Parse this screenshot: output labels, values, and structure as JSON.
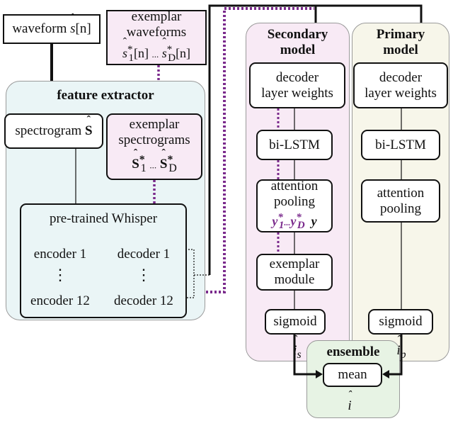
{
  "waveform": {
    "label": "waveform",
    "var": "s",
    "idx": "[n]"
  },
  "exemplar_waveforms": {
    "line1": "exemplar",
    "line2": "waveforms",
    "first": "s",
    "last": "s",
    "sub1": "1",
    "subD": "D",
    "star": "*",
    "idx": "[n]",
    "dots": "..."
  },
  "feature_extractor": {
    "title": "feature extractor"
  },
  "spectrogram": {
    "label": "spectrogram",
    "var": "S"
  },
  "exemplar_spectrograms": {
    "line1": "exemplar",
    "line2": "spectrograms",
    "first": "S",
    "last": "S",
    "sub1": "1",
    "subD": "D",
    "star": "*",
    "dots": "..."
  },
  "whisper": {
    "title": "pre-trained Whisper",
    "encoder_first": "encoder 1",
    "encoder_last": "encoder 12",
    "decoder_first": "decoder 1",
    "decoder_last": "decoder 12",
    "vdots": "⋮"
  },
  "secondary": {
    "title_line1": "Secondary",
    "title_line2": "model",
    "decoder_weights_line1": "decoder",
    "decoder_weights_line2": "layer weights",
    "bilstm": "bi-LSTM",
    "attention_line1": "attention",
    "attention_line2": "pooling",
    "y_ex_first": "y",
    "y_ex_last": "y",
    "y_sub1": "1",
    "y_subD": "D",
    "y_star": "*",
    "y_dots": "...",
    "y": "y",
    "exemplar_module_line1": "exemplar",
    "exemplar_module_line2": "module",
    "sigmoid": "sigmoid",
    "out_var": "i",
    "out_sub": "s"
  },
  "primary": {
    "title_line1": "Primary",
    "title_line2": "model",
    "decoder_weights_line1": "decoder",
    "decoder_weights_line2": "layer weights",
    "bilstm": "bi-LSTM",
    "attention_line1": "attention",
    "attention_line2": "pooling",
    "sigmoid": "sigmoid",
    "out_var": "i",
    "out_sub": "p"
  },
  "ensemble": {
    "title": "ensemble",
    "mean": "mean",
    "out_var": "i"
  },
  "colors": {
    "secondary_bg": "#f8eaf5",
    "primary_bg": "#f7f6ea",
    "extractor_bg": "#eaf5f6",
    "ensemble_bg": "#e7f3e4",
    "exemplar_bg": "#f8eaf5",
    "exemplar_path": "#7a2a8c"
  }
}
